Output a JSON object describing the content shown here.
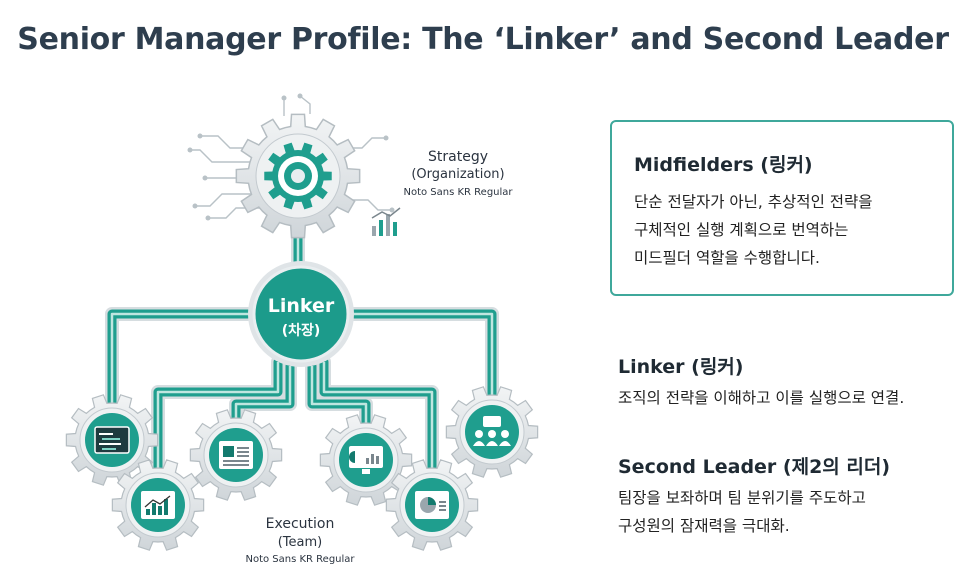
{
  "title": "Senior Manager Profile: The ‘Linker’ and Second Leader",
  "strategy": {
    "label": "Strategy",
    "sub": "(Organization)",
    "font_note": "Noto Sans KR Regular"
  },
  "linker_node": {
    "label": "Linker",
    "sub": "(차장)"
  },
  "execution": {
    "label": "Execution",
    "sub": "(Team)",
    "font_note": "Noto Sans KR Regular"
  },
  "icons": {
    "top": "gear-icon",
    "gears": [
      "code-screen-icon",
      "bar-chart-icon",
      "document-icon",
      "monitor-chart-icon",
      "pie-chart-icon",
      "team-chat-icon"
    ]
  },
  "colors": {
    "teal": "#1f9e8e",
    "teal_dark": "#137a6e",
    "gear_gray": "#dfe3e6",
    "text_dark": "#2e3e4e"
  },
  "card": {
    "title": "Midfielders (링커)",
    "lines": [
      "단순 전달자가 아닌, 추상적인 전략을",
      "구체적인 실행 계획으로 번역하는",
      "미드필더 역할을 수행합니다."
    ]
  },
  "linker_section": {
    "title": "Linker (링커)",
    "body": "조직의 전략을 이해하고 이를 실행으로 연결."
  },
  "second_leader": {
    "title": "Second Leader (제2의 리더)",
    "lines": [
      "팀장을 보좌하며 팀 분위기를 주도하고",
      "구성원의 잠재력을 극대화."
    ]
  }
}
